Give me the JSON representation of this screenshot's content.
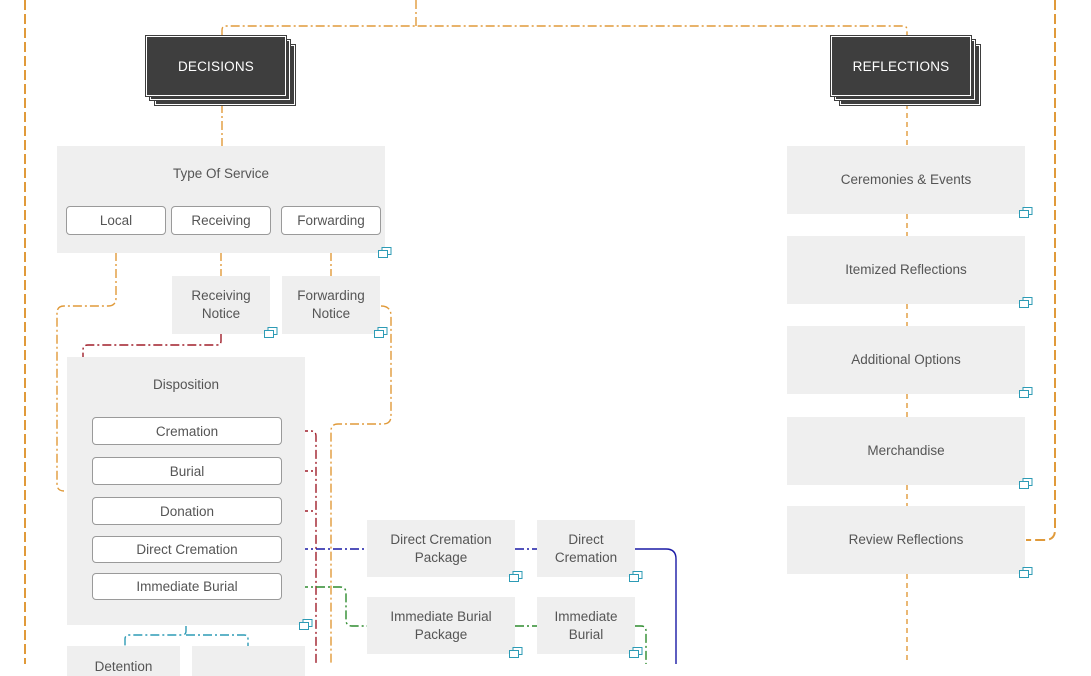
{
  "diagram": {
    "headers": {
      "decisions": "DECISIONS",
      "reflections": "REFLECTIONS"
    },
    "type_of_service": {
      "title": "Type Of Service",
      "options": [
        "Local",
        "Receiving",
        "Forwarding"
      ]
    },
    "notices": {
      "receiving": "Receiving Notice",
      "forwarding": "Forwarding Notice"
    },
    "disposition": {
      "title": "Disposition",
      "options": [
        "Cremation",
        "Burial",
        "Donation",
        "Direct Cremation",
        "Immediate Burial"
      ]
    },
    "packages": {
      "direct_cremation_package": "Direct Cremation Package",
      "direct_cremation": "Direct Cremation",
      "immediate_burial_package": "Immediate Burial Package",
      "immediate_burial": "Immediate Burial"
    },
    "bottom_cards": {
      "left": "Detention"
    },
    "reflections": [
      "Ceremonies & Events",
      "Itemized Reflections",
      "Additional Options",
      "Merchandise",
      "Review Reflections"
    ],
    "link_icon": "linked-pages-icon",
    "colors": {
      "orange": "#e09a3a",
      "red": "#a01e2a",
      "blue": "#1a1aa6",
      "green": "#2e8b2e",
      "teal": "#2d9bb5",
      "dark": "#3e3e3e",
      "block": "#efefef"
    }
  }
}
